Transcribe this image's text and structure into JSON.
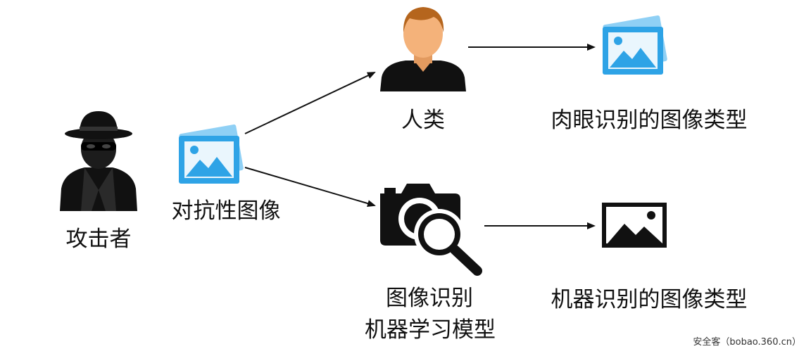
{
  "nodes": {
    "attacker": {
      "label": "攻击者",
      "icon": "spy-icon"
    },
    "adversarial_image": {
      "label": "对抗性图像",
      "icon": "image-stack-icon"
    },
    "human": {
      "label": "人类",
      "icon": "person-icon"
    },
    "human_result": {
      "label": "肉眼识别的图像类型",
      "icon": "image-stack-icon"
    },
    "model": {
      "label_line1": "图像识别",
      "label_line2": "机器学习模型",
      "icon": "camera-search-icon"
    },
    "machine_result": {
      "label": "机器识别的图像类型",
      "icon": "image-frame-icon"
    }
  },
  "edges": [
    {
      "from": "adversarial_image",
      "to": "human"
    },
    {
      "from": "adversarial_image",
      "to": "model"
    },
    {
      "from": "human",
      "to": "human_result"
    },
    {
      "from": "model",
      "to": "machine_result"
    }
  ],
  "colors": {
    "photo_blue": "#2ea3e6",
    "photo_blue_light": "#8fd0f5",
    "skin": "#f4b27a",
    "hair": "#b5651d",
    "black": "#111111"
  },
  "watermark": "安全客（bobao.360.cn）"
}
